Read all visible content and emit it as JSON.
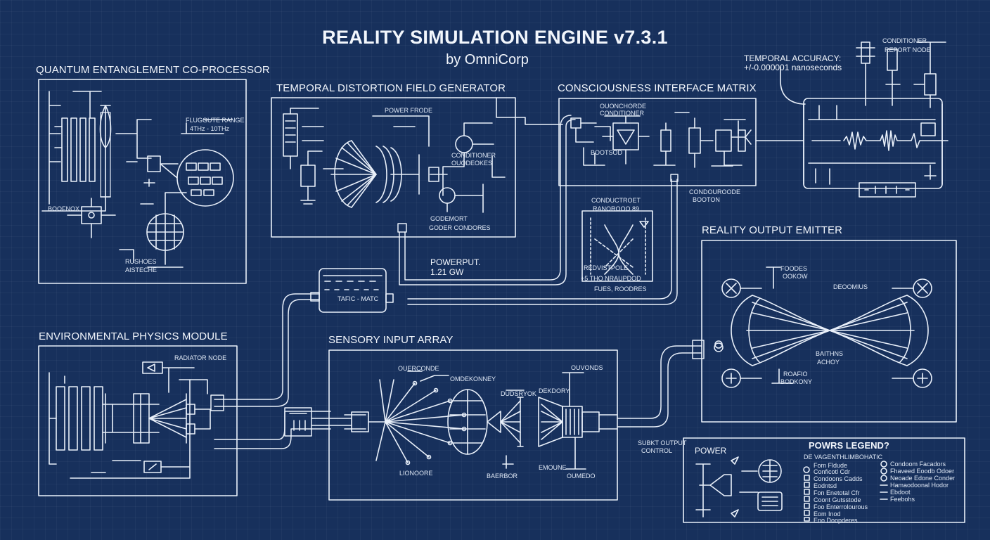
{
  "header": {
    "title": "REALITY SIMULATION ENGINE v7.3.1",
    "subtitle": "by OmniCorp"
  },
  "modules": {
    "quantum": {
      "title": "QUANTUM ENTANGLEMENT CO-PROCESSOR",
      "texts": [
        "FLUGGUTE RANGE",
        "4THz - 10THz",
        "BOOFNOX",
        "RUSHOES",
        "AISTECHE"
      ]
    },
    "temporal": {
      "title": "TEMPORAL DISTORTION FIELD GENERATOR",
      "texts": [
        "POWER FRODE",
        "CONDITIONER",
        "OUODEOKES",
        "GODEMORT",
        "GODER CONDORES"
      ]
    },
    "consciousness": {
      "title": "CONSCIOUSNESS INTERFACE MATRIX",
      "texts": [
        "OUONCHORDE",
        "CONDITIONER",
        "BOOTSOD",
        "CONDOUROODE",
        "BOOTON"
      ]
    },
    "accuracy": {
      "note_line1": "TEMPORAL ACCURACY:",
      "note_line2": "+/-0.000001 nanoseconds",
      "texts": [
        "CONDITIONER",
        "REPORT NODE"
      ]
    },
    "environmental": {
      "title": "ENVIRONMENTAL PHYSICS MODULE",
      "texts": [
        "RADIATOR NODE"
      ]
    },
    "sensory": {
      "title": "SENSORY INPUT ARRAY",
      "texts": [
        "OUERCONDE",
        "OMDEKONNEY",
        "DUDSRYOK",
        "DEKDORY",
        "LIONOORE",
        "BAERBOR",
        "OUVONDS",
        "OUMEDO",
        "EMOUNE"
      ]
    },
    "output": {
      "title": "REALITY OUTPUT EMITTER",
      "texts": [
        "FOODES",
        "OOKOW",
        "DEOOMIUS",
        "BAITHNS",
        "ACHOY",
        "ROAFIO",
        "BODKONY",
        "SUBKT OUTPUT",
        "CONTROL"
      ]
    },
    "center": {
      "power_label": "POWERPUT.",
      "power_value": "1.21 GW",
      "processor_top1": "CONDUCTROET",
      "processor_top2": "RANOROOO 89",
      "processor_bottom1": "REDVISTPOLE",
      "processor_bottom2": "+5 THO NRAUPDOD",
      "processor_bottom3": "FUES, ROODRES",
      "hub_label": "TAFIC - MATC"
    }
  },
  "legend": {
    "title": "POWRS LEGEND?",
    "power_label": "POWER",
    "left_heading": "DE VAGENTHLIMBOHATIC",
    "left_items": [
      "Fom Fldude",
      "Conficotl Cdr",
      "Condoons Cadds",
      "Eodntsd",
      "Fon Enetotal Cfr",
      "Coont Gutsstode",
      "Foo Enterrolourous",
      "Eom Inod",
      "Eno Doopderes"
    ],
    "right_items": [
      "Condoom Facadors",
      "Fhaveed Eoodb Odoer",
      "Neoade Edone Conder",
      "Hamaodoonal Hodor",
      "Ebdoot",
      "Feebohs"
    ]
  },
  "colors": {
    "background": "#17305c",
    "line": "#e9f0fa"
  }
}
